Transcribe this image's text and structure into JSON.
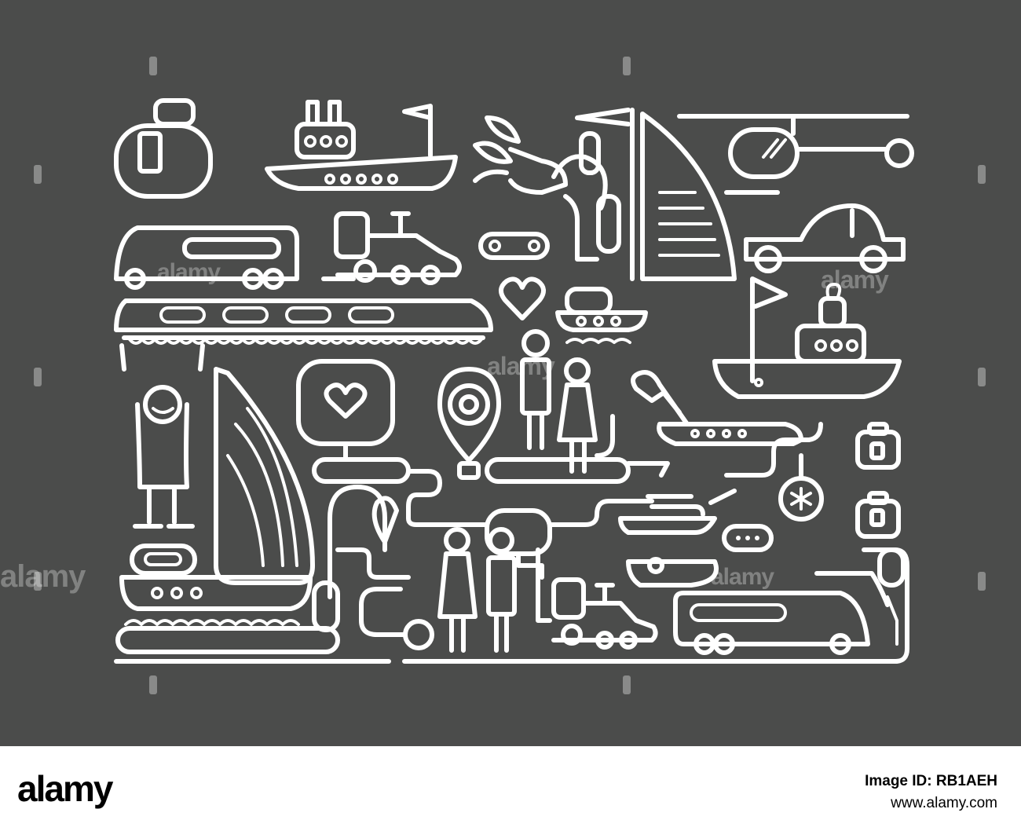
{
  "watermark": {
    "text": "alamy"
  },
  "footer": {
    "logo": "alamy",
    "image_id": "Image ID: RB1AEH",
    "website": "www.alamy.com"
  },
  "colors": {
    "background": "#4b4c4b",
    "line": "#ffffff",
    "footer": "#ffffff"
  },
  "icons": [
    "suitcase-icon",
    "steamship-icon",
    "flag-icon",
    "water-splash-icon",
    "sail-hotel-icon",
    "helicopter-icon",
    "bus-icon",
    "tractor-icon",
    "car-icon",
    "train-icon",
    "heart-icon",
    "boat-icon",
    "fountain-icon",
    "man-icon",
    "woman-icon",
    "map-pin-icon",
    "speech-bubble-heart-icon",
    "airplane-icon",
    "bag-icon",
    "compass-icon",
    "speedboat-icon",
    "waterfall-icon"
  ]
}
